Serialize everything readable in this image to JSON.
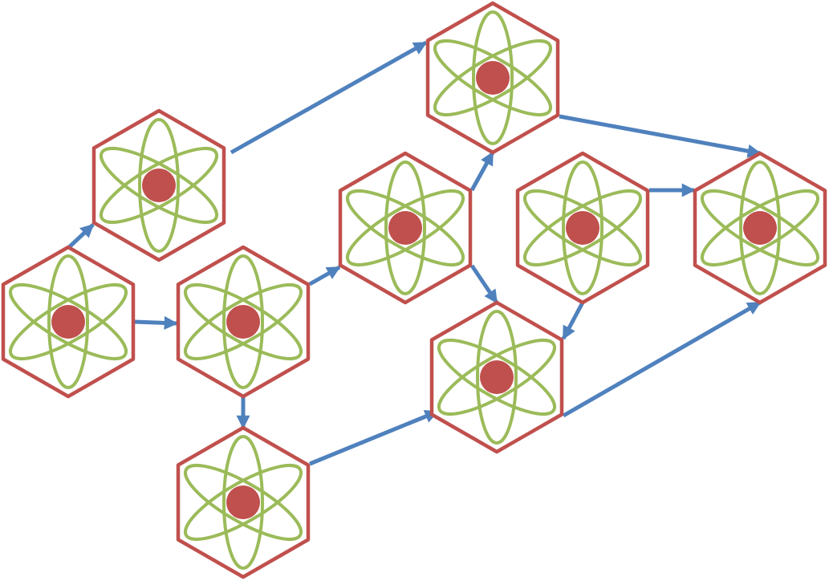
{
  "colors": {
    "hexagon_stroke": "#c0504d",
    "orbit_stroke": "#9bbb59",
    "nucleus_fill": "#c0504d",
    "arrow_stroke": "#4f81bd",
    "background": "#ffffff"
  },
  "node_icon": "atom-icon",
  "nodes": [
    {
      "id": "n1"
    },
    {
      "id": "n2"
    },
    {
      "id": "n3"
    },
    {
      "id": "n4"
    },
    {
      "id": "n5"
    },
    {
      "id": "n6"
    },
    {
      "id": "n7"
    },
    {
      "id": "n8"
    },
    {
      "id": "n9"
    },
    {
      "id": "n10"
    }
  ],
  "edges": [
    {
      "from": "n1",
      "to": "n2"
    },
    {
      "from": "n1",
      "to": "n3"
    },
    {
      "from": "n2",
      "to": "n7"
    },
    {
      "from": "n3",
      "to": "n5"
    },
    {
      "from": "n3",
      "to": "n4"
    },
    {
      "from": "n4",
      "to": "n6"
    },
    {
      "from": "n5",
      "to": "n7"
    },
    {
      "from": "n5",
      "to": "n6"
    },
    {
      "from": "n7",
      "to": "n10"
    },
    {
      "from": "n8",
      "to": "n10"
    },
    {
      "from": "n8",
      "to": "n6"
    },
    {
      "from": "n6",
      "to": "n10"
    }
  ]
}
